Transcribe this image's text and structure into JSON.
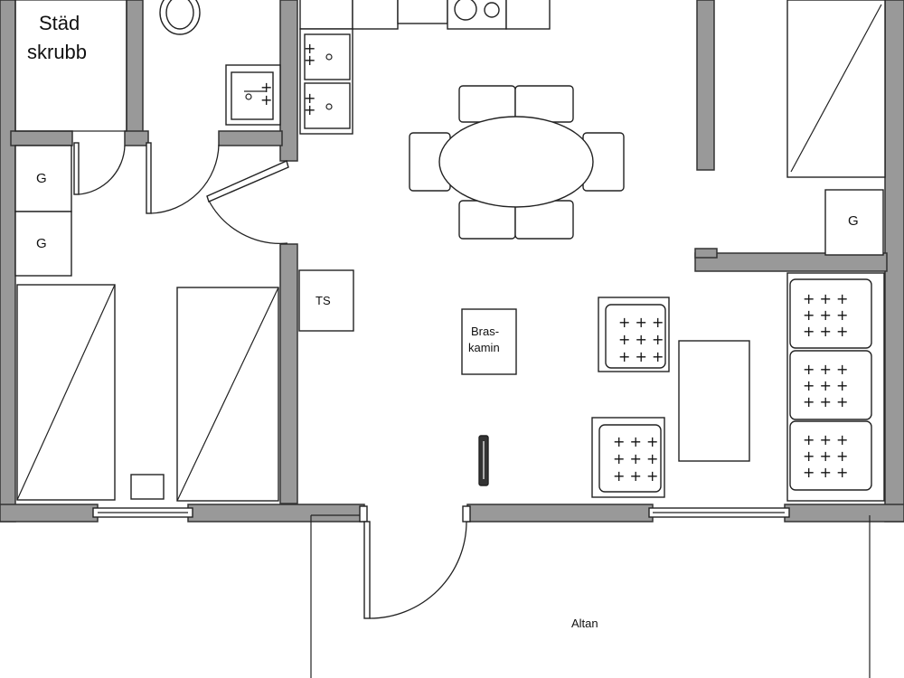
{
  "labels": {
    "cleaning_closet_line1": "Städ",
    "cleaning_closet_line2": "skrubb",
    "wardrobe_g1": "G",
    "wardrobe_g2": "G",
    "wardrobe_g3": "G",
    "ts": "TS",
    "stove_line1": "Bras-",
    "stove_line2": "kamin",
    "terrace": "Altan"
  },
  "colors": {
    "wall": "#999999",
    "line": "#222222",
    "background": "#ffffff"
  }
}
